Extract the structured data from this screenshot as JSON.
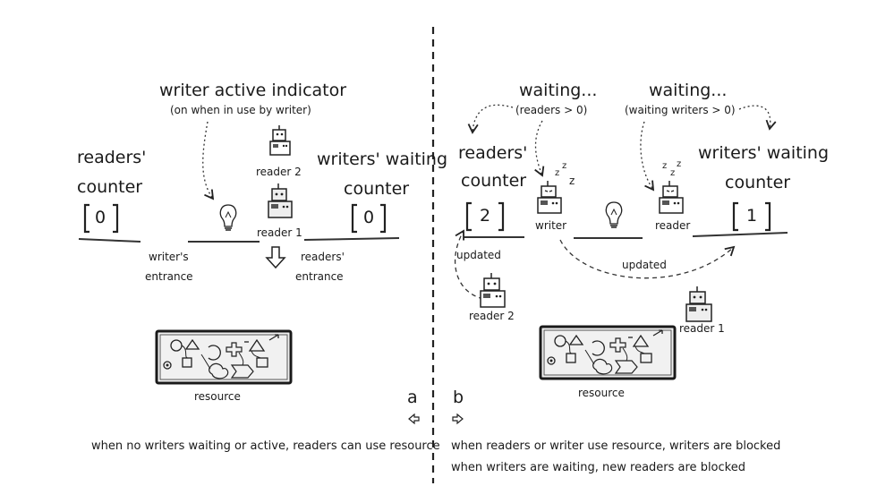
{
  "left": {
    "title": "writer active indicator",
    "subtitle": "(on when in use by writer)",
    "readers_counter_label_1": "readers'",
    "readers_counter_label_2": "counter",
    "readers_counter_value": "0",
    "writers_waiting_label_1": "writers' waiting",
    "writers_waiting_label_2": "counter",
    "writers_waiting_value": "0",
    "reader_2": "reader 2",
    "reader_1": "reader 1",
    "writers_entrance_1": "writer's",
    "writers_entrance_2": "entrance",
    "readers_entrance_1": "readers'",
    "readers_entrance_2": "entrance",
    "resource": "resource",
    "panel_letter": "a",
    "caption": "when  no writers waiting or active, readers can use resource"
  },
  "right": {
    "waiting_1": "waiting...",
    "waiting_1_sub": "(readers > 0)",
    "waiting_2": "waiting...",
    "waiting_2_sub": "(waiting writers > 0)",
    "readers_counter_label_1": "readers'",
    "readers_counter_label_2": "counter",
    "readers_counter_value": "2",
    "writers_waiting_label_1": "writers' waiting",
    "writers_waiting_label_2": "counter",
    "writers_waiting_value": "1",
    "writer": "writer",
    "reader": "reader",
    "updated_1": "updated",
    "updated_2": "updated",
    "reader_2": "reader 2",
    "reader_1": "reader 1",
    "resource": "resource",
    "panel_letter": "b",
    "caption_1": "when readers or writer use resource, writers are blocked",
    "caption_2": "when writers are waiting, new readers are blocked"
  }
}
